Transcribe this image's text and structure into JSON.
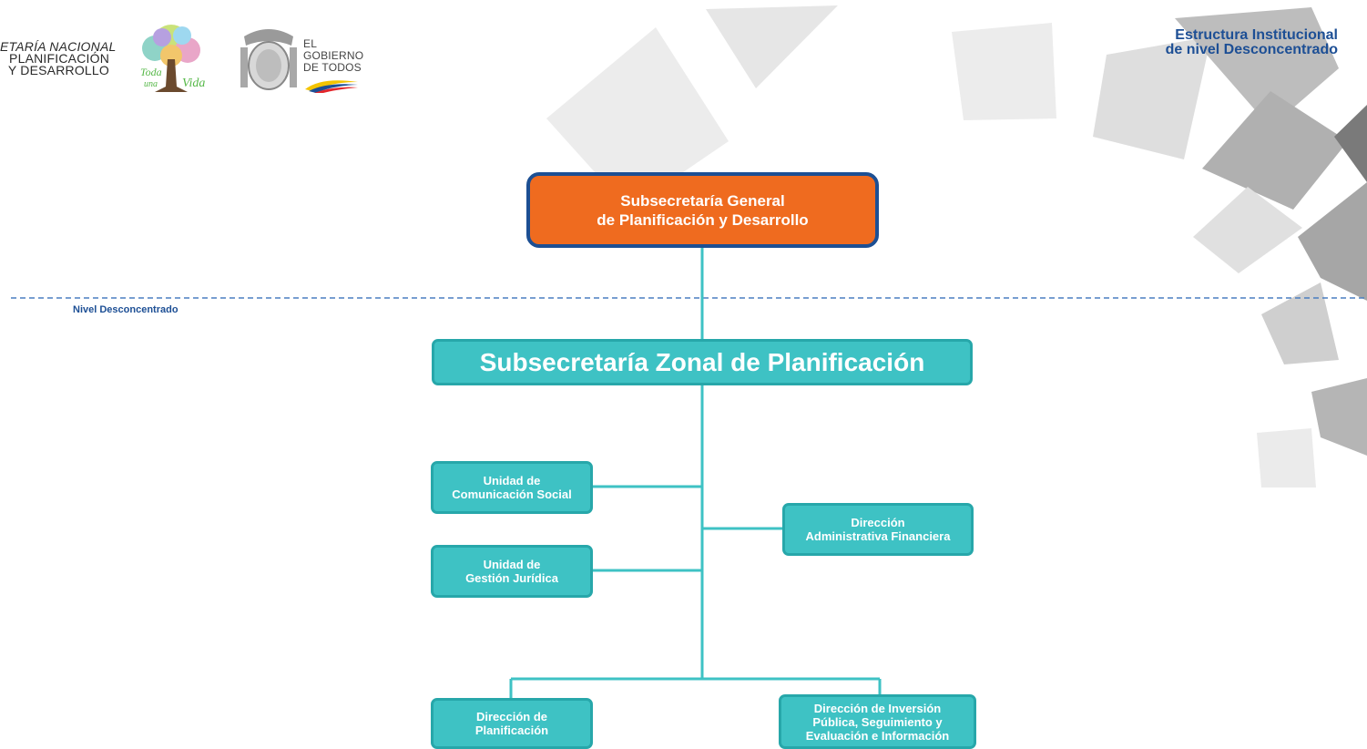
{
  "header": {
    "logo_secretaria": [
      "ETARÍA NACIONAL",
      "PLANIFICACIÓN",
      "Y DESARROLLO"
    ],
    "logo_toda_una_vida": [
      "Toda",
      "una",
      "Vida"
    ],
    "logo_gobierno": [
      "EL",
      "GOBIERNO",
      "DE TODOS"
    ],
    "title_line1": "Estructura Institucional",
    "title_line2": "de nivel Desconcentrado"
  },
  "level_label": "Nivel Desconcentrado",
  "org": {
    "top": [
      "Subsecretaría General",
      "de Planificación y Desarrollo"
    ],
    "zonal": "Subsecretaría Zonal de Planificación",
    "unidad_comunicacion": [
      "Unidad de",
      "Comunicación Social"
    ],
    "unidad_juridica": [
      "Unidad de",
      "Gestión Jurídica"
    ],
    "direccion_administrativa": [
      "Dirección",
      "Administrativa Financiera"
    ],
    "direccion_planificacion": [
      "Dirección de",
      "Planificación"
    ],
    "direccion_inversion": [
      "Dirección de Inversión",
      "Pública, Seguimiento y",
      "Evaluación e Información"
    ]
  },
  "colors": {
    "orange": "#ef6b1f",
    "navy": "#1c4f93",
    "teal": "#3ec2c4",
    "teal_border": "#27a7aa",
    "connector": "#3ec2c4",
    "dashed": "#4a7fc1"
  }
}
